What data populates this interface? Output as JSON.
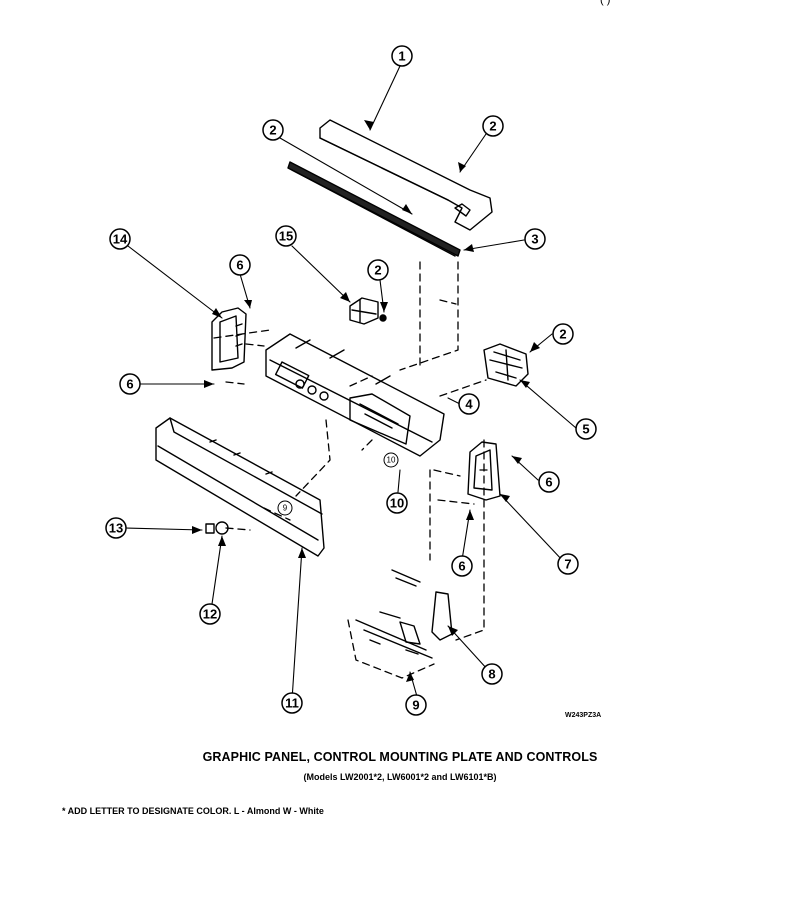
{
  "caption": {
    "title": "GRAPHIC PANEL, CONTROL MOUNTING PLATE AND CONTROLS",
    "subtitle": "(Models LW2001*2, LW6001*2 and LW6101*B)"
  },
  "note": "* ADD LETTER TO DESIGNATE COLOR.  L - Almond  W - White",
  "drawing_id": "W243PZ3A",
  "top_right_mark": "(                          )",
  "callouts": {
    "c1": "1",
    "c2a": "2",
    "c2b": "2",
    "c3": "3",
    "c14": "14",
    "c6a": "6",
    "c15": "15",
    "c2c": "2",
    "c2d": "2",
    "c6b": "6",
    "c4": "4",
    "c5": "5",
    "c10": "10",
    "c6c": "6",
    "c13": "13",
    "c7": "7",
    "c6d": "6",
    "c12": "12",
    "c8": "8",
    "c11": "11",
    "c9": "9"
  },
  "part_labels": {
    "panel_9": "9",
    "panel_10": "10"
  }
}
